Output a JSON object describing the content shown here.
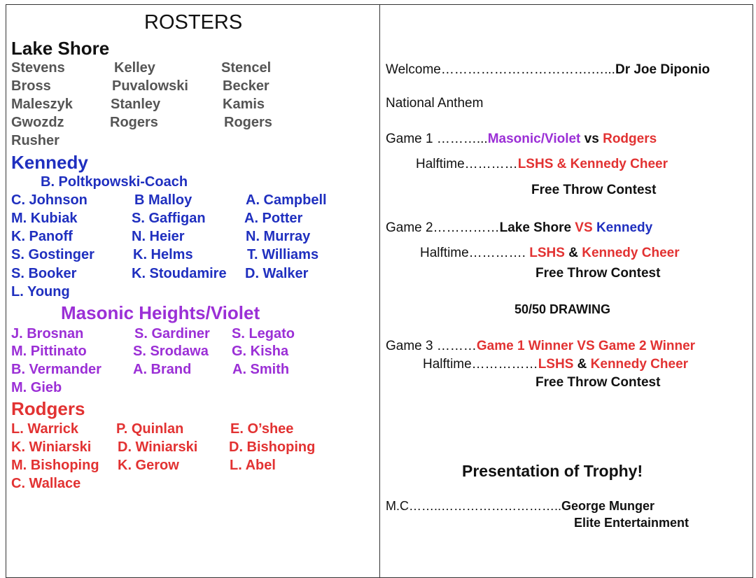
{
  "rosters_title": "ROSTERS",
  "lake_shore": {
    "heading": "Lake Shore",
    "players": [
      "Stevens",
      "Kelley",
      "Stencel",
      "Bross",
      "Puvalowski",
      "Becker",
      "Maleszyk",
      "Stanley",
      "Kamis",
      "Gwozdz",
      "Rogers",
      "Rogers",
      "Rusher"
    ]
  },
  "kennedy": {
    "heading": "Kennedy",
    "coach": "B. Poltkpowski-Coach",
    "players": [
      "C. Johnson",
      "B Malloy",
      "A. Campbell",
      "M. Kubiak",
      "S. Gaffigan",
      "A. Potter",
      "K. Panoff",
      "N. Heier",
      "N. Murray",
      "S. Gostinger",
      "K. Helms",
      "T. Williams",
      "S. Booker",
      "K. Stoudamire",
      "D. Walker",
      "L. Young"
    ]
  },
  "masonic": {
    "heading": "Masonic Heights/Violet",
    "players": [
      "J. Brosnan",
      "S. Gardiner",
      "S. Legato",
      "M. Pittinato",
      "S. Srodawa",
      "G. Kisha",
      "B. Vermander",
      "A. Brand",
      "A. Smith",
      "M. Gieb"
    ]
  },
  "rodgers": {
    "heading": "Rodgers",
    "players": [
      "L. Warrick",
      "P. Quinlan",
      "E. O’shee",
      "K. Winiarski",
      "D. Winiarski",
      "D. Bishoping",
      "M. Bishoping",
      "K. Gerow",
      "L. Abel",
      "C. Wallace"
    ]
  },
  "program": {
    "welcome_label": "Welcome…………………………….…...",
    "welcome_name": "Dr Joe Diponio",
    "anthem": "National Anthem",
    "game1_label": "Game 1 ………...",
    "game1_team1": "Masonic/Violet",
    "game1_vs": " vs ",
    "game1_team2": "Rodgers",
    "half1_label": "Halftime…………",
    "half1_value": "LSHS & Kennedy Cheer",
    "ftc1": "Free Throw Contest",
    "game2_label": "Game 2……………",
    "game2_team1": "Lake Shore",
    "game2_vs": " VS ",
    "game2_team2": "Kennedy",
    "half2_label": "Halftime…………. ",
    "half2_v1": "LSHS",
    "half2_amp": " & ",
    "half2_v2": "Kennedy Cheer",
    "ftc2": "Free Throw Contest",
    "drawing": "50/50 DRAWING",
    "game3_label": "Game 3 ………",
    "game3_value": "Game 1 Winner VS Game 2 Winner",
    "half3_label": "Halftime……………",
    "half3_v1": "LSHS",
    "half3_amp": " & ",
    "half3_v2": "Kennedy Cheer",
    "ftc3": "Free Throw Contest",
    "trophy": "Presentation of Trophy!",
    "mc_label": "M.C……..………………………..",
    "mc_name": "George Munger",
    "mc_company": "Elite Entertainment"
  },
  "colors": {
    "blue": "#1f2fbf",
    "purple": "#9b2fd6",
    "red": "#e23232",
    "gray": "#555555"
  }
}
